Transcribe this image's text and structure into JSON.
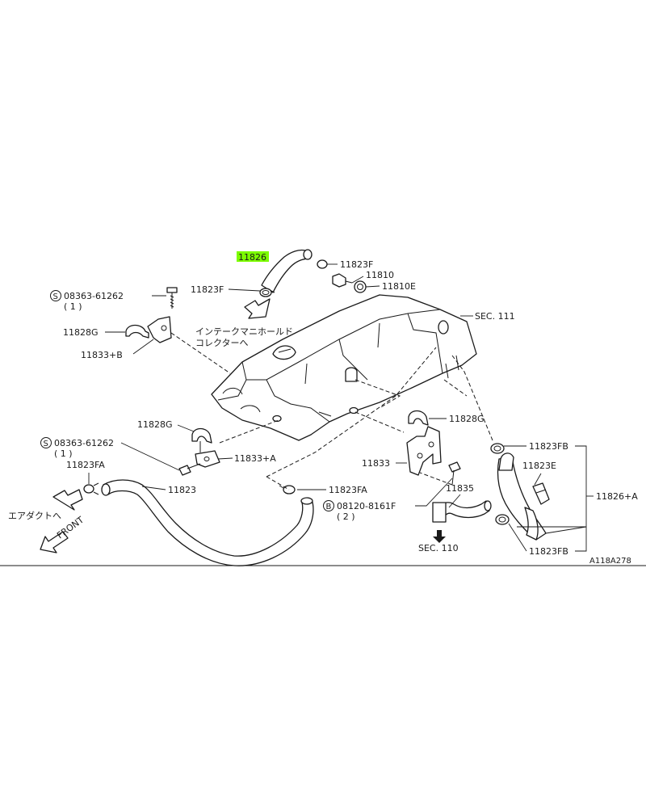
{
  "colors": {
    "line": "#1a1a1a",
    "highlight": "#7CFC00",
    "background": "#ffffff"
  },
  "labels": {
    "p11826": "11826",
    "p11823F_top": "11823F",
    "p11823F_left": "11823F",
    "p11810": "11810",
    "p11810E": "11810E",
    "sec111": "SEC. 111",
    "bolt_top_code": "08363-61262",
    "bolt_top_qty": "( 1 )",
    "p11828G_top": "11828G",
    "p11833B": "11833+B",
    "intake_jp_1": "インテークマニホールド",
    "intake_jp_2": "コレクターへ",
    "p11828G_mid": "11828G",
    "bolt_mid_code": "08363-61262",
    "bolt_mid_qty": "( 1 )",
    "p11823FA_left": "11823FA",
    "p11833A": "11833+A",
    "p11823": "11823",
    "airduct_jp": "エアダクトへ",
    "front": "FRONT",
    "p11823FA_mid": "11823FA",
    "p11828G_right": "11828G",
    "p11833": "11833",
    "p11835": "11835",
    "bolt_b_code": "08120-8161F",
    "bolt_b_qty": "( 2 )",
    "sec110": "SEC. 110",
    "p11823FB_top": "11823FB",
    "p11823E": "11823E",
    "p11826A": "11826+A",
    "p11823FB_bottom": "11823FB",
    "diagram_code": "A118A278",
    "symbol_s": "S",
    "symbol_b": "B"
  }
}
